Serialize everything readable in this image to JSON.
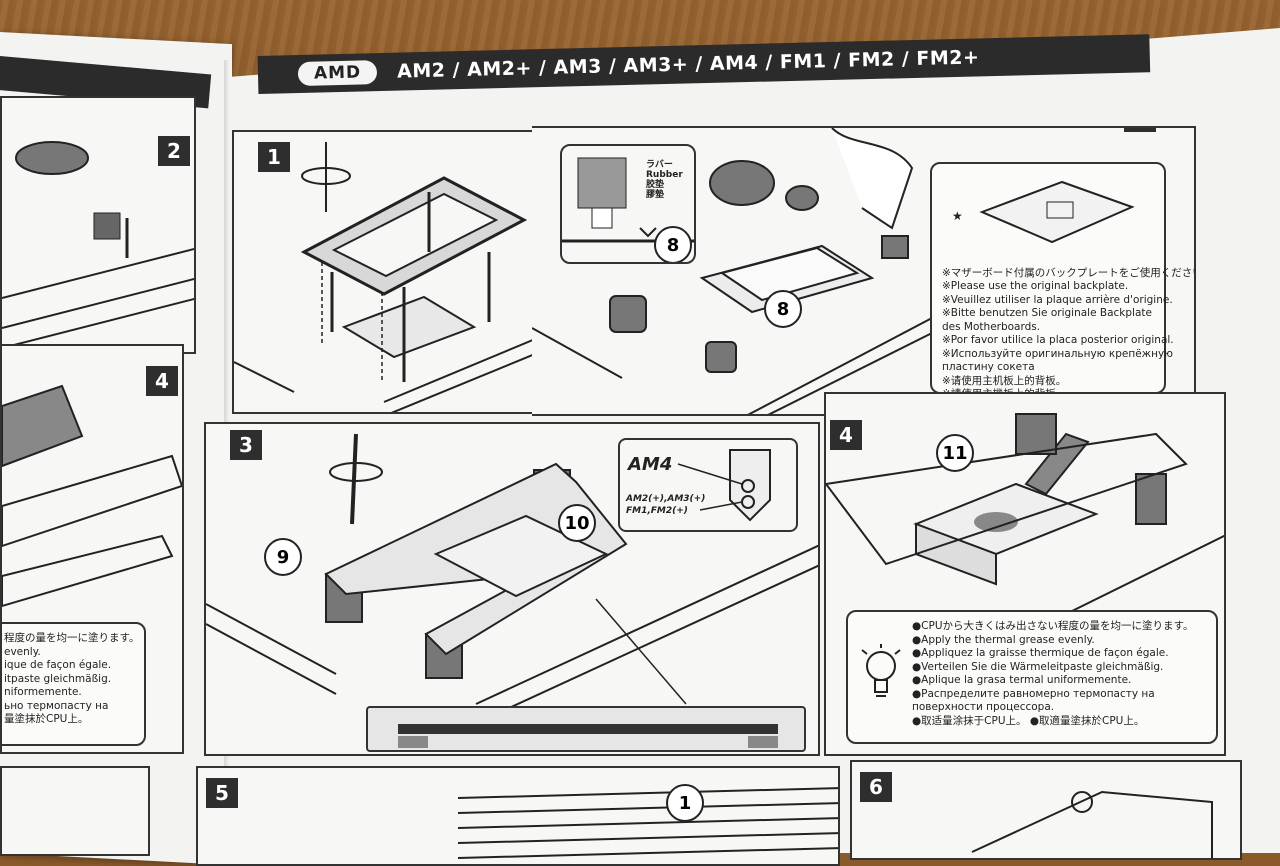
{
  "header": {
    "brand": "AMD",
    "sockets": "AM2 / AM2+ / AM3 / AM3+ / AM4 / FM1 / FM2 / FM2+"
  },
  "steps": {
    "s1": "1",
    "s2": "2",
    "s3": "3",
    "s4": "4",
    "s5": "5",
    "s6": "6",
    "left_s2": "2",
    "left_s4": "4"
  },
  "callouts": {
    "c8a": "8",
    "c8b": "8",
    "c9": "9",
    "c10": "10",
    "c11": "11",
    "c1": "1"
  },
  "rubber_label": {
    "ja": "ラバー",
    "en": "Rubber",
    "zh_s": "胶垫",
    "zh_t": "膠墊"
  },
  "backplate_note": [
    "※マザーボード付属のバックプレートをご使用ください。",
    "※Please use the original backplate.",
    "※Veuillez utiliser la plaque arrière d'origine.",
    "※Bitte benutzen Sie originale Backplate",
    "   des Motherboards.",
    "※Por favor utilice la placa posterior original.",
    "※Используйте оригинальную крепёжную",
    "   пластину сокета",
    "※请使用主机板上的背板。",
    "※請使用主機板上的背板。"
  ],
  "am4_label": {
    "main": "AM4",
    "sub1": "AM2(+),AM3(+)",
    "sub2": "FM1,FM2(+)"
  },
  "grease_note": [
    "●CPUから大きくはみ出さない程度の量を均一に塗ります。",
    "●Apply the thermal grease evenly.",
    "●Appliquez la graisse thermique de façon égale.",
    "●Verteilen Sie die Wärmeleitpaste gleichmäßig.",
    "●Aplique la grasa termal uniformemente.",
    "●Распределите равномерно термопасту на",
    "   поверхности процессора.",
    "●取适量涂抹于CPU上。 ●取適量塗抹於CPU上。"
  ],
  "left_note": [
    "程度の量を均一に塗ります。",
    "evenly.",
    "ique de façon égale.",
    "itpaste gleichmäßig.",
    "niformemente.",
    "ьно термопасту на",
    "",
    "量塗抹於CPU上。"
  ]
}
